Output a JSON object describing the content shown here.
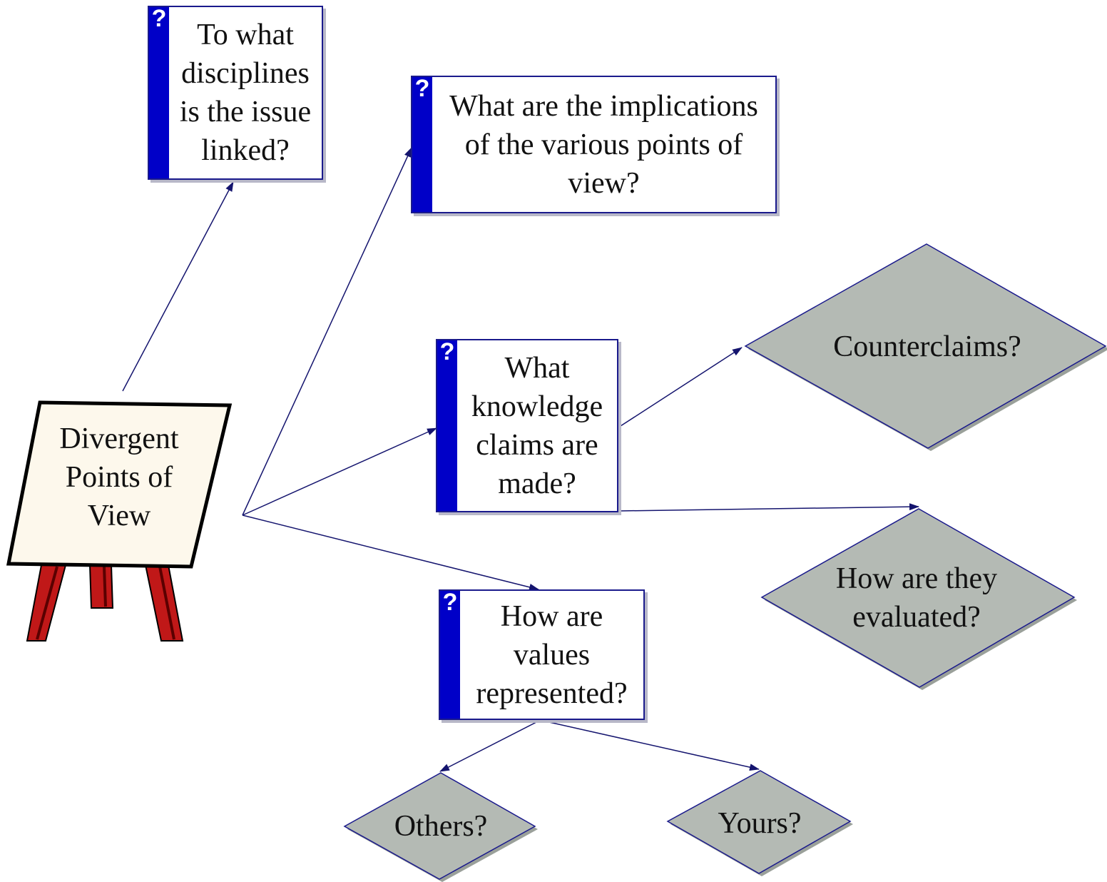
{
  "root": {
    "label": "Divergent Points of View"
  },
  "questions": {
    "disciplines": "To what disciplines is the issue linked?",
    "implications": "What are the implications of the various points of view?",
    "knowledge": "What knowledge claims are made?",
    "values": "How are values represented?"
  },
  "diamonds": {
    "counterclaims": "Counterclaims?",
    "evaluated": "How are they evaluated?",
    "others": "Others?",
    "yours": "Yours?"
  },
  "question_icon": "?",
  "colors": {
    "band": "#0000c8",
    "edge": "#1a1a8c",
    "diamond_fill": "#b4bab4",
    "easel_board": "#fdf8ec",
    "easel_legs": "#c01818"
  }
}
